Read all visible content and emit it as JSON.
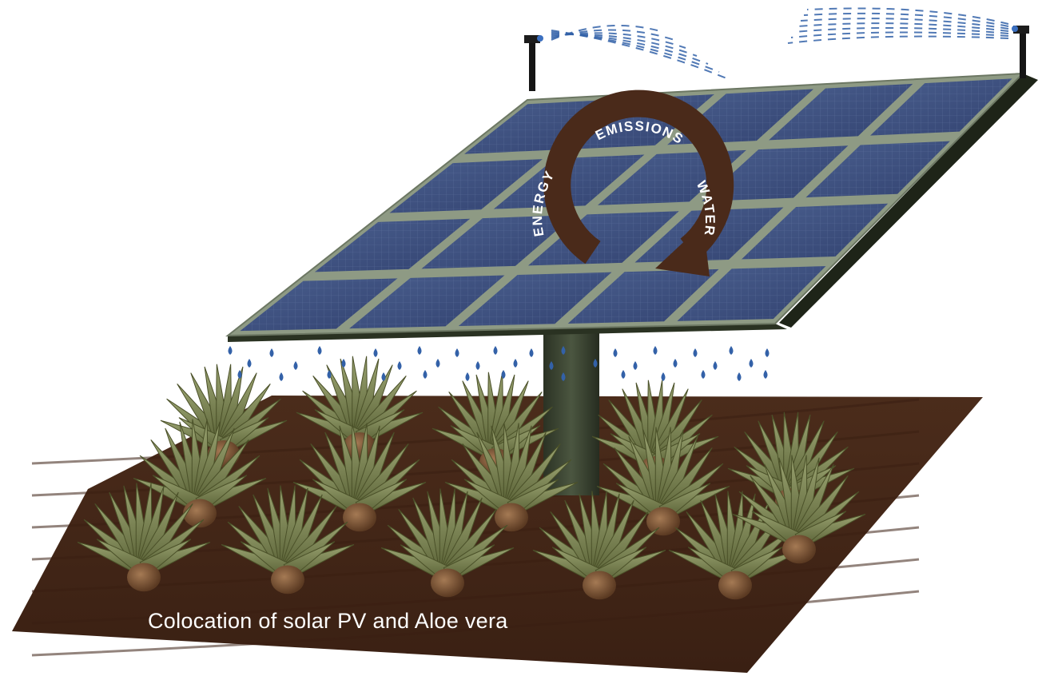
{
  "caption": "Colocation of solar PV and Aloe vera",
  "cycle_labels": {
    "emissions": "EMISSIONS",
    "energy": "ENERGY",
    "water": "WATER"
  },
  "colors": {
    "soil": "#4a2a18",
    "panel_frame": "#8e9a84",
    "panel_cell": "#3c4f7c",
    "cycle_arrow": "#4a2a1a",
    "water_drop": "#3361a8",
    "aloe_leaf": "#6f7a45",
    "pole": "#37402e"
  },
  "icons": {
    "sprinkler": "sprinkler-icon",
    "water_drop": "water-drop-icon",
    "aloe_plant": "aloe-vera-plant-icon",
    "cycle": "circular-arrow-icon"
  }
}
